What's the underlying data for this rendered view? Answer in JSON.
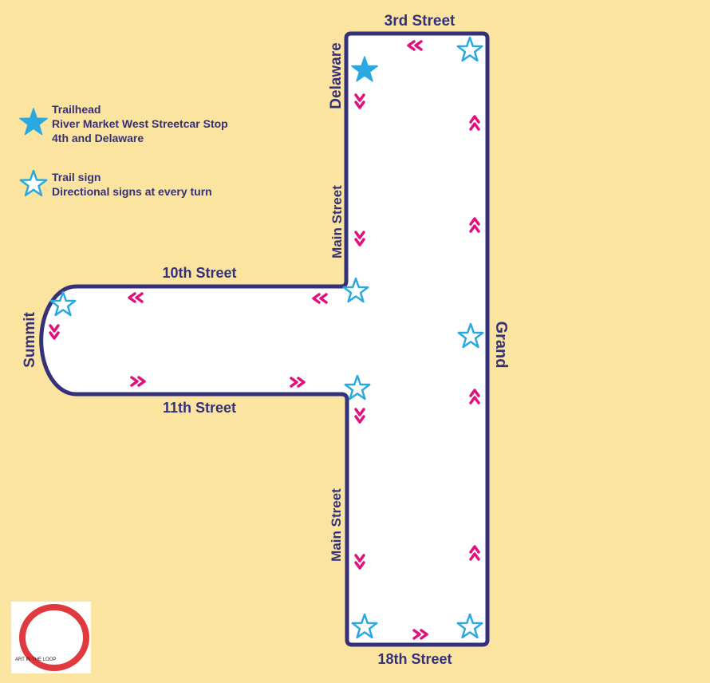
{
  "map": {
    "streets": {
      "third": "3rd Street",
      "delaware": "Delaware",
      "main_north": "Main Street",
      "tenth": "10th Street",
      "summit": "Summit",
      "eleventh": "11th Street",
      "main_south": "Main Street",
      "eighteenth": "18th Street",
      "grand": "Grand"
    }
  },
  "legend": {
    "trailhead": {
      "icon": "filled-star-icon",
      "title": "Trailhead",
      "line1": "River Market West Streetcar Stop",
      "line2": "4th and Delaware"
    },
    "trail_sign": {
      "icon": "outline-star-icon",
      "title": "Trail sign",
      "line1": "Directional signs at every turn"
    }
  },
  "logo": {
    "text": "ART IN THE LOOP"
  },
  "colors": {
    "background": "#FBE3A0",
    "route_fill": "#FFFFFF",
    "route_outline": "#35307A",
    "arrows": "#E0117F",
    "stars": "#2AA9E0",
    "logo_ring": "#E03A3E"
  }
}
